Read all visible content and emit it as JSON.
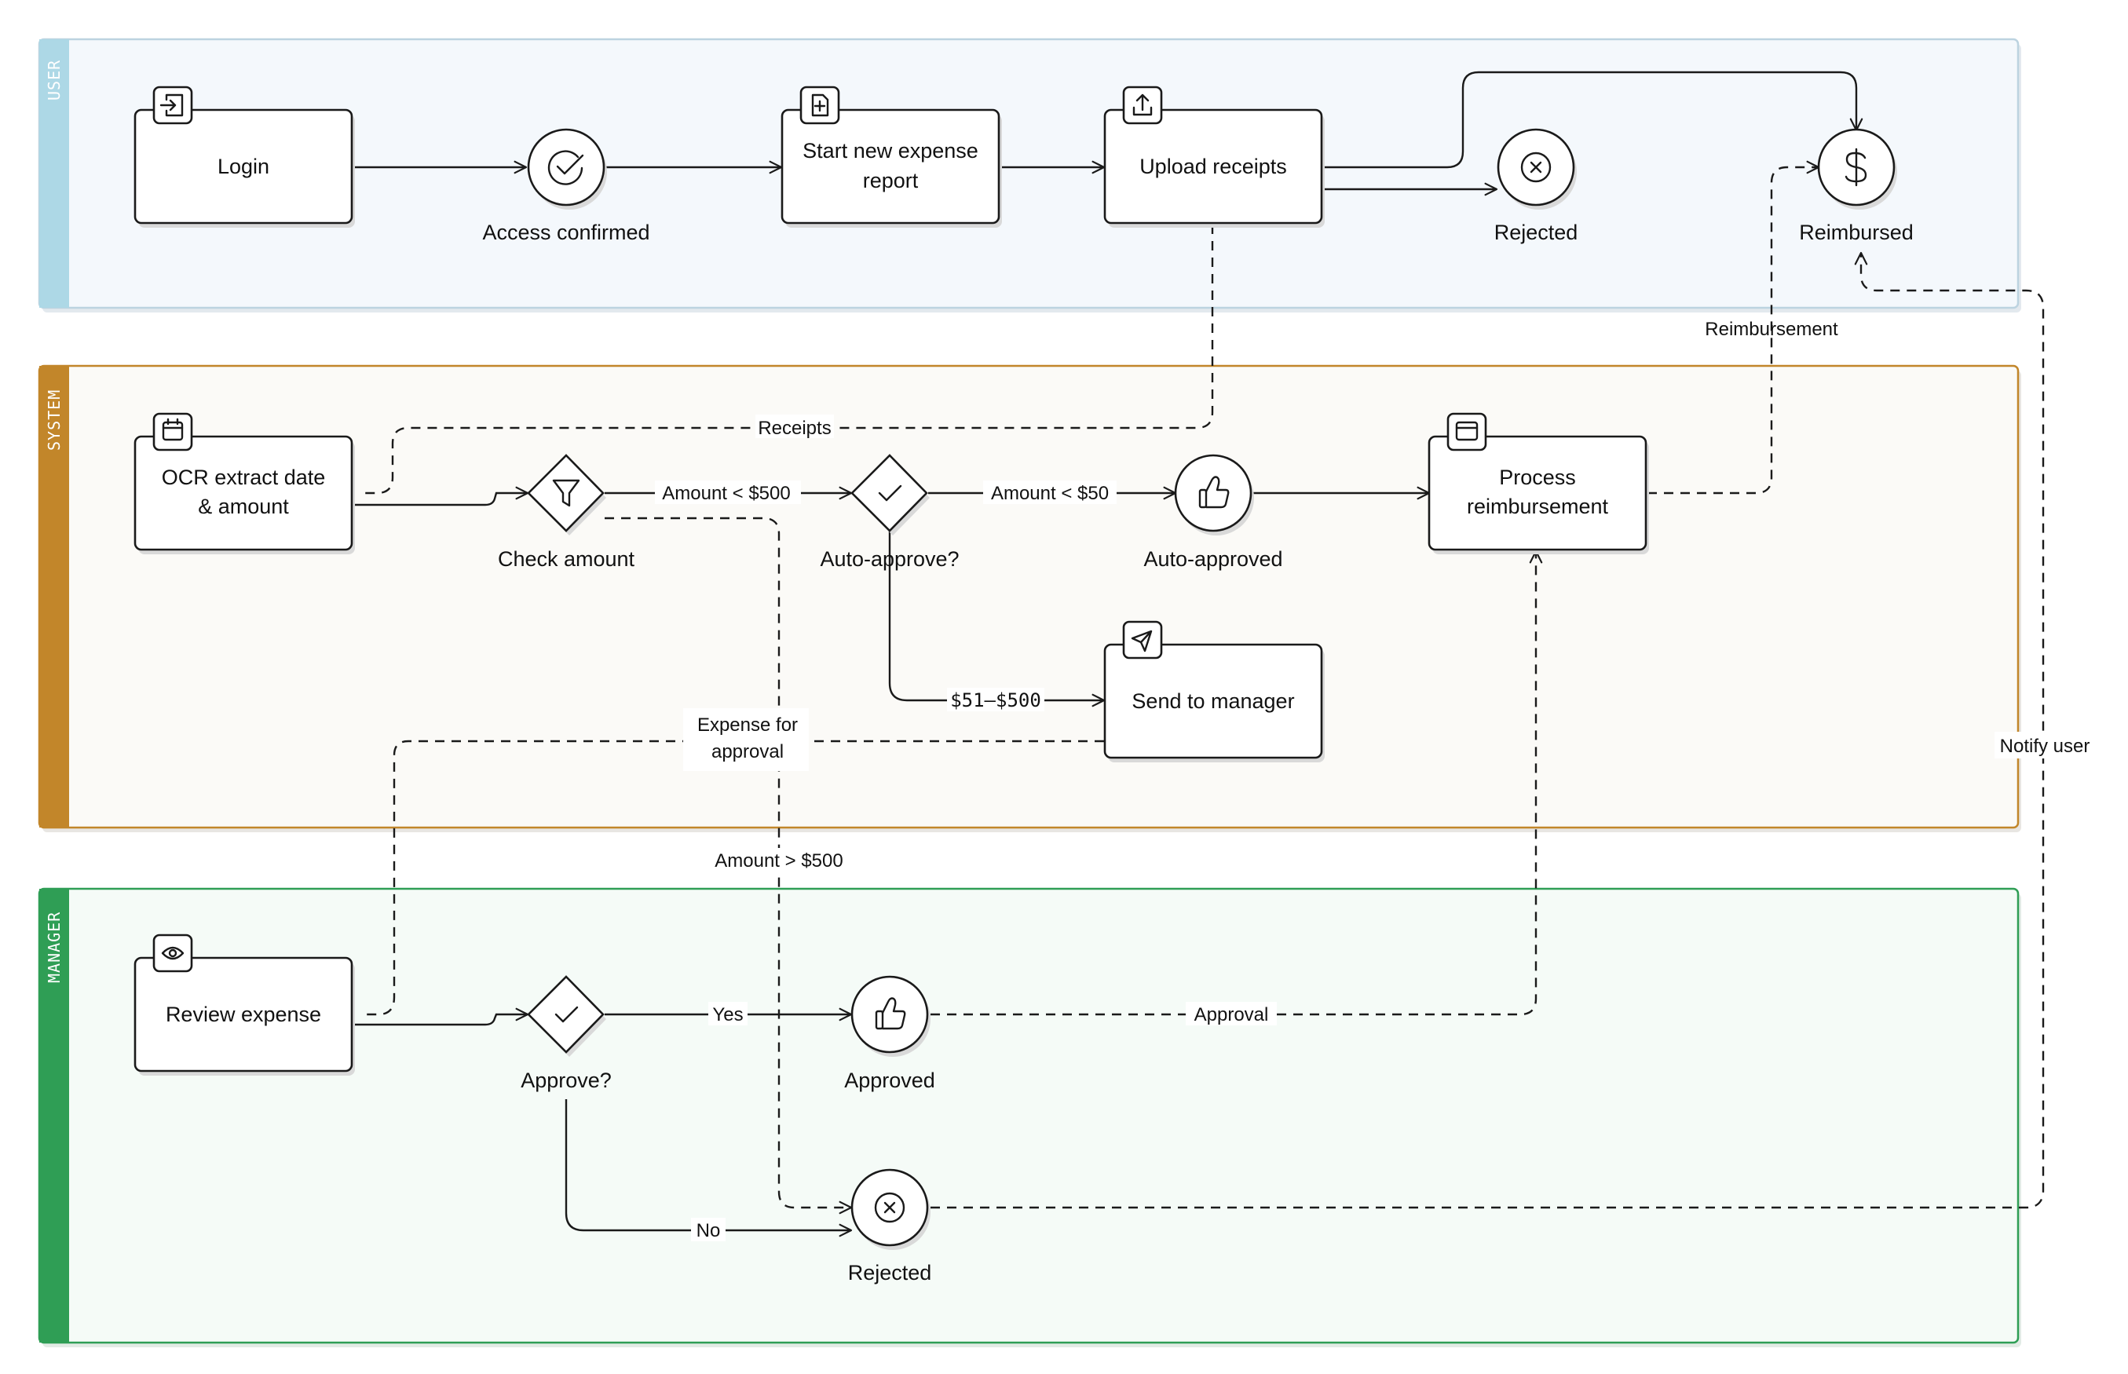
{
  "lanes": {
    "user": {
      "title": "USER",
      "color": "#add8e6",
      "fill": "#f4f8fc",
      "border": "#bcd3e0"
    },
    "system": {
      "title": "SYSTEM",
      "color": "#c2862a",
      "fill": "#fbfaf7",
      "border": "#c2862a"
    },
    "manager": {
      "title": "MANAGER",
      "color": "#2f9e55",
      "fill": "#f5fbf7",
      "border": "#2f9e55"
    }
  },
  "nodes": {
    "login": {
      "label": "Login",
      "icon": "login-icon"
    },
    "access_confirmed": {
      "label": "Access confirmed",
      "icon": "check-circle-icon"
    },
    "start_report": {
      "label_line1": "Start new expense",
      "label_line2": "report",
      "icon": "file-plus-icon"
    },
    "upload_receipts": {
      "label": "Upload receipts",
      "icon": "upload-icon"
    },
    "rejected_user": {
      "label": "Rejected",
      "icon": "x-circle-icon"
    },
    "reimbursed": {
      "label": "Reimbursed",
      "icon": "dollar-icon"
    },
    "ocr": {
      "label_line1": "OCR extract date",
      "label_line2": "& amount",
      "icon": "calendar-icon"
    },
    "check_amount": {
      "label": "Check amount",
      "icon": "filter-icon"
    },
    "auto_approve": {
      "label": "Auto-approve?",
      "icon": "check-icon"
    },
    "auto_approved": {
      "label": "Auto-approved",
      "icon": "thumbs-up-icon"
    },
    "process_reimbursement": {
      "label_line1": "Process",
      "label_line2": "reimbursement",
      "icon": "credit-card-icon"
    },
    "send_to_manager": {
      "label": "Send to manager",
      "icon": "send-icon"
    },
    "review_expense": {
      "label": "Review expense",
      "icon": "eye-icon"
    },
    "approve": {
      "label": "Approve?",
      "icon": "check-icon"
    },
    "approved": {
      "label": "Approved",
      "icon": "thumbs-up-icon"
    },
    "rejected_manager": {
      "label": "Rejected",
      "icon": "x-circle-icon"
    }
  },
  "edges": {
    "receipts": "Receipts",
    "amount_lt_500": "Amount < $500",
    "amount_lt_50": "Amount < $50",
    "range_51_500": "$51–$500",
    "reimbursement": "Reimbursement",
    "expense_for_approval_line1": "Expense for",
    "expense_for_approval_line2": "approval",
    "amount_gt_500": "Amount > $500",
    "yes": "Yes",
    "no": "No",
    "approval": "Approval",
    "notify_user": "Notify user"
  }
}
